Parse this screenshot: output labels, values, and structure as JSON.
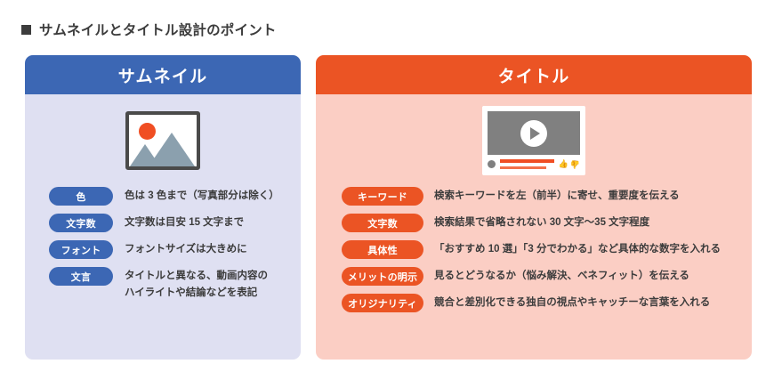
{
  "heading": {
    "marker_icon": "filled-square-icon",
    "text": "サムネイルとタイトル設計のポイント"
  },
  "colors": {
    "thumbnail_accent": "#3c67b4",
    "thumbnail_background": "#dfe0f2",
    "title_accent": "#eb5424",
    "title_background": "#fbcec4",
    "text": "#3c3c3c"
  },
  "panels": [
    {
      "id": "thumbnail",
      "header": "サムネイル",
      "icon": "image-placeholder-icon",
      "rows": [
        {
          "pill": "色",
          "text": "色は 3 色まで（写真部分は除く）"
        },
        {
          "pill": "文字数",
          "text": "文字数は目安 15 文字まで"
        },
        {
          "pill": "フォント",
          "text": "フォントサイズは大きめに"
        },
        {
          "pill": "文言",
          "text": "タイトルと異なる、動画内容の\nハイライトや結論などを表記"
        }
      ]
    },
    {
      "id": "title",
      "header": "タイトル",
      "icon": "video-player-icon",
      "rows": [
        {
          "pill": "キーワード",
          "text": "検索キーワードを左（前半）に寄せ、重要度を伝える"
        },
        {
          "pill": "文字数",
          "text": "検索結果で省略されない 30 文字〜35 文字程度"
        },
        {
          "pill": "具体性",
          "text": "「おすすめ 10 選」「3 分でわかる」など具体的な数字を入れる"
        },
        {
          "pill": "メリットの明示",
          "text": "見るとどうなるか（悩み解決、ベネフィット）を伝える"
        },
        {
          "pill": "オリジナリティ",
          "text": "競合と差別化できる独自の視点やキャッチーな言葉を入れる"
        }
      ]
    }
  ]
}
